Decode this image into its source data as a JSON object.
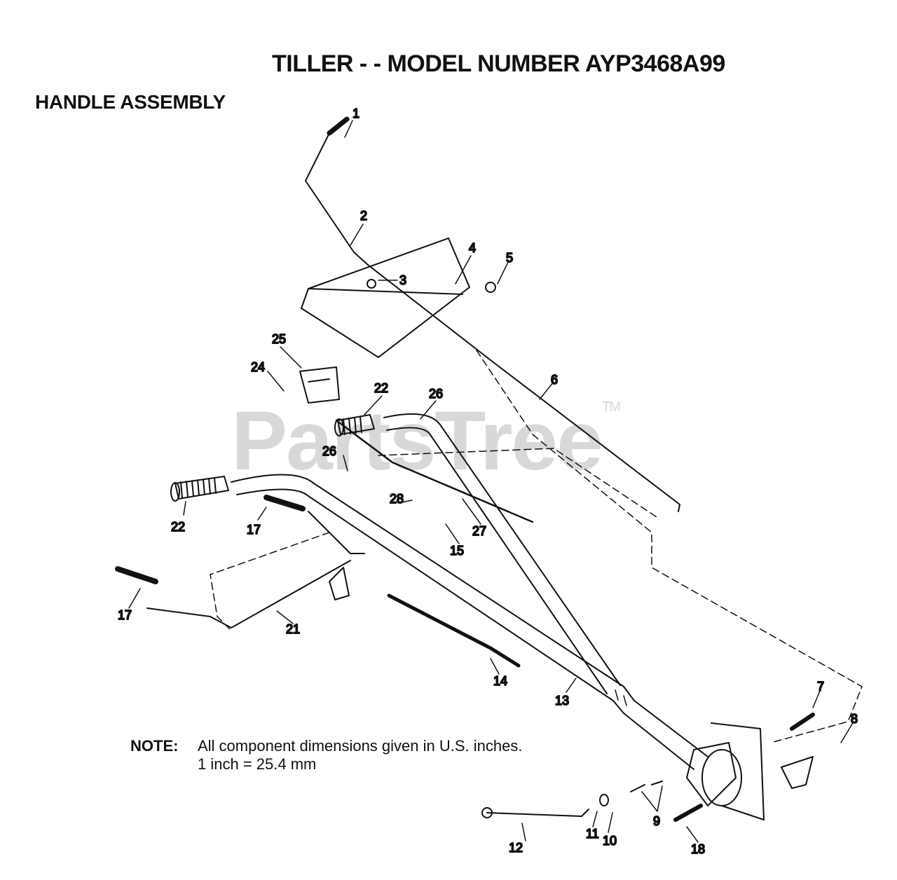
{
  "title": "TILLER - - MODEL NUMBER AYP3468A99",
  "subtitle": "HANDLE ASSEMBLY",
  "note": {
    "label": "NOTE:",
    "line1": "All component dimensions given in U.S. inches.",
    "line2": "1 inch = 25.4 mm"
  },
  "watermark": {
    "text": "PartsTree",
    "mark": "TM"
  },
  "callouts": [
    "1",
    "2",
    "3",
    "4",
    "5",
    "6",
    "7",
    "8",
    "9",
    "10",
    "11",
    "12",
    "13",
    "14",
    "15",
    "17",
    "17",
    "18",
    "21",
    "22",
    "22",
    "24",
    "25",
    "26",
    "26",
    "27",
    "28"
  ]
}
